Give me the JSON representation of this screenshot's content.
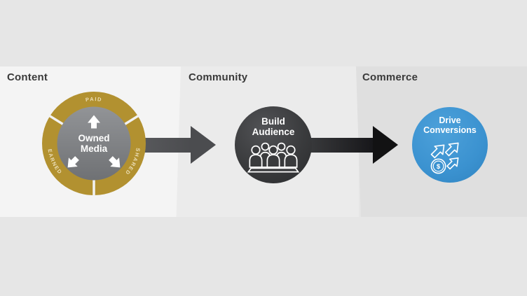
{
  "sections": {
    "content": {
      "label": "Content"
    },
    "community": {
      "label": "Community"
    },
    "commerce": {
      "label": "Commerce"
    }
  },
  "owned_media": {
    "title_line1": "Owned",
    "title_line2": "Media",
    "ring": {
      "top": "PAID",
      "right": "SHARED",
      "left": "EARNED"
    }
  },
  "build_audience": {
    "title_line1": "Build",
    "title_line2": "Audience"
  },
  "drive_conversions": {
    "title_line1": "Drive",
    "title_line2": "Conversions"
  },
  "icons": {
    "dollar_symbol": "$",
    "owned_media_arrows": "up-arrow, down-left-arrow, down-right-arrow",
    "build_audience_icon": "audience-group",
    "drive_conversions_icon": "growth-arrows-with-dollar-coin"
  },
  "colors": {
    "page_background": "#e6e6e6",
    "content_panel": "#f4f4f4",
    "community_panel": "#ebebeb",
    "commerce_panel": "#dfdfdf",
    "ring_gold": "#b29130",
    "inner_gray": "#808285",
    "dark_circle": "#3a3b3d",
    "blue_circle": "#3b92d0",
    "arrow_gray": "#4b4c4f",
    "arrow_black": "#121213"
  }
}
